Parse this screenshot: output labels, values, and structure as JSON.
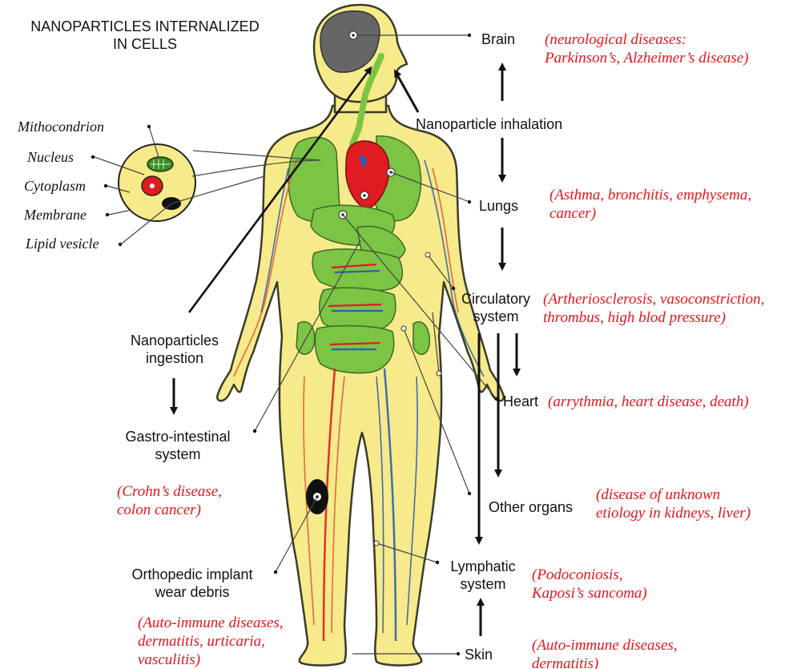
{
  "title": {
    "line1": "NANOPARTICLES INTERNALIZED",
    "line2": "IN CELLS"
  },
  "cell_parts": [
    "Mithocondrion",
    "Nucleus",
    "Cytoplasm",
    "Membrane",
    "Lipid vesicle"
  ],
  "routes": {
    "inhalation": "Nanoparticle inhalation",
    "ingestion": {
      "line1": "Nanoparticles",
      "line2": "ingestion"
    }
  },
  "organs": {
    "brain": {
      "label": "Brain",
      "diseases": [
        "(neurological diseases:",
        "Parkinson’s, Alzheimer’s disease)"
      ]
    },
    "lungs": {
      "label": "Lungs",
      "diseases": [
        "(Asthma, bronchitis, emphysema,",
        "cancer)"
      ]
    },
    "circulatory": {
      "label": [
        "Circulatory",
        "system"
      ],
      "diseases": [
        "(Artheriosclerosis, vasoconstriction,",
        "thrombus, high blod pressure)"
      ]
    },
    "heart": {
      "label": "Heart",
      "diseases": [
        "(arrythmia, heart disease, death)"
      ]
    },
    "other": {
      "label": "Other organs",
      "diseases": [
        "(disease of unknown",
        "etiology in kidneys, liver)"
      ]
    },
    "lymphatic": {
      "label": [
        "Lymphatic",
        "system"
      ],
      "diseases": [
        "(Podoconiosis,",
        "Kaposi’s sancoma)"
      ]
    },
    "skin": {
      "label": "Skin",
      "diseases": [
        "(Auto-immune diseases,",
        "dermatitis)"
      ]
    },
    "gi": {
      "label": [
        "Gastro-intestinal",
        "system"
      ],
      "diseases": [
        "(Crohn’s disease,",
        "colon cancer)"
      ]
    },
    "implant": {
      "label": [
        "Orthopedic implant",
        "wear debris"
      ],
      "diseases": [
        "(Auto-immune diseases,",
        "dermatitis, urticaria,",
        "vasculitis)"
      ]
    }
  },
  "colors": {
    "body_fill": "#f6ea8a",
    "body_outline": "#3b3b2a",
    "organ_green": "#7cc444",
    "brain_gray": "#666666",
    "heart_red": "#e11b22",
    "vein_blue": "#2f5fae",
    "disease_text": "#e8141c"
  }
}
